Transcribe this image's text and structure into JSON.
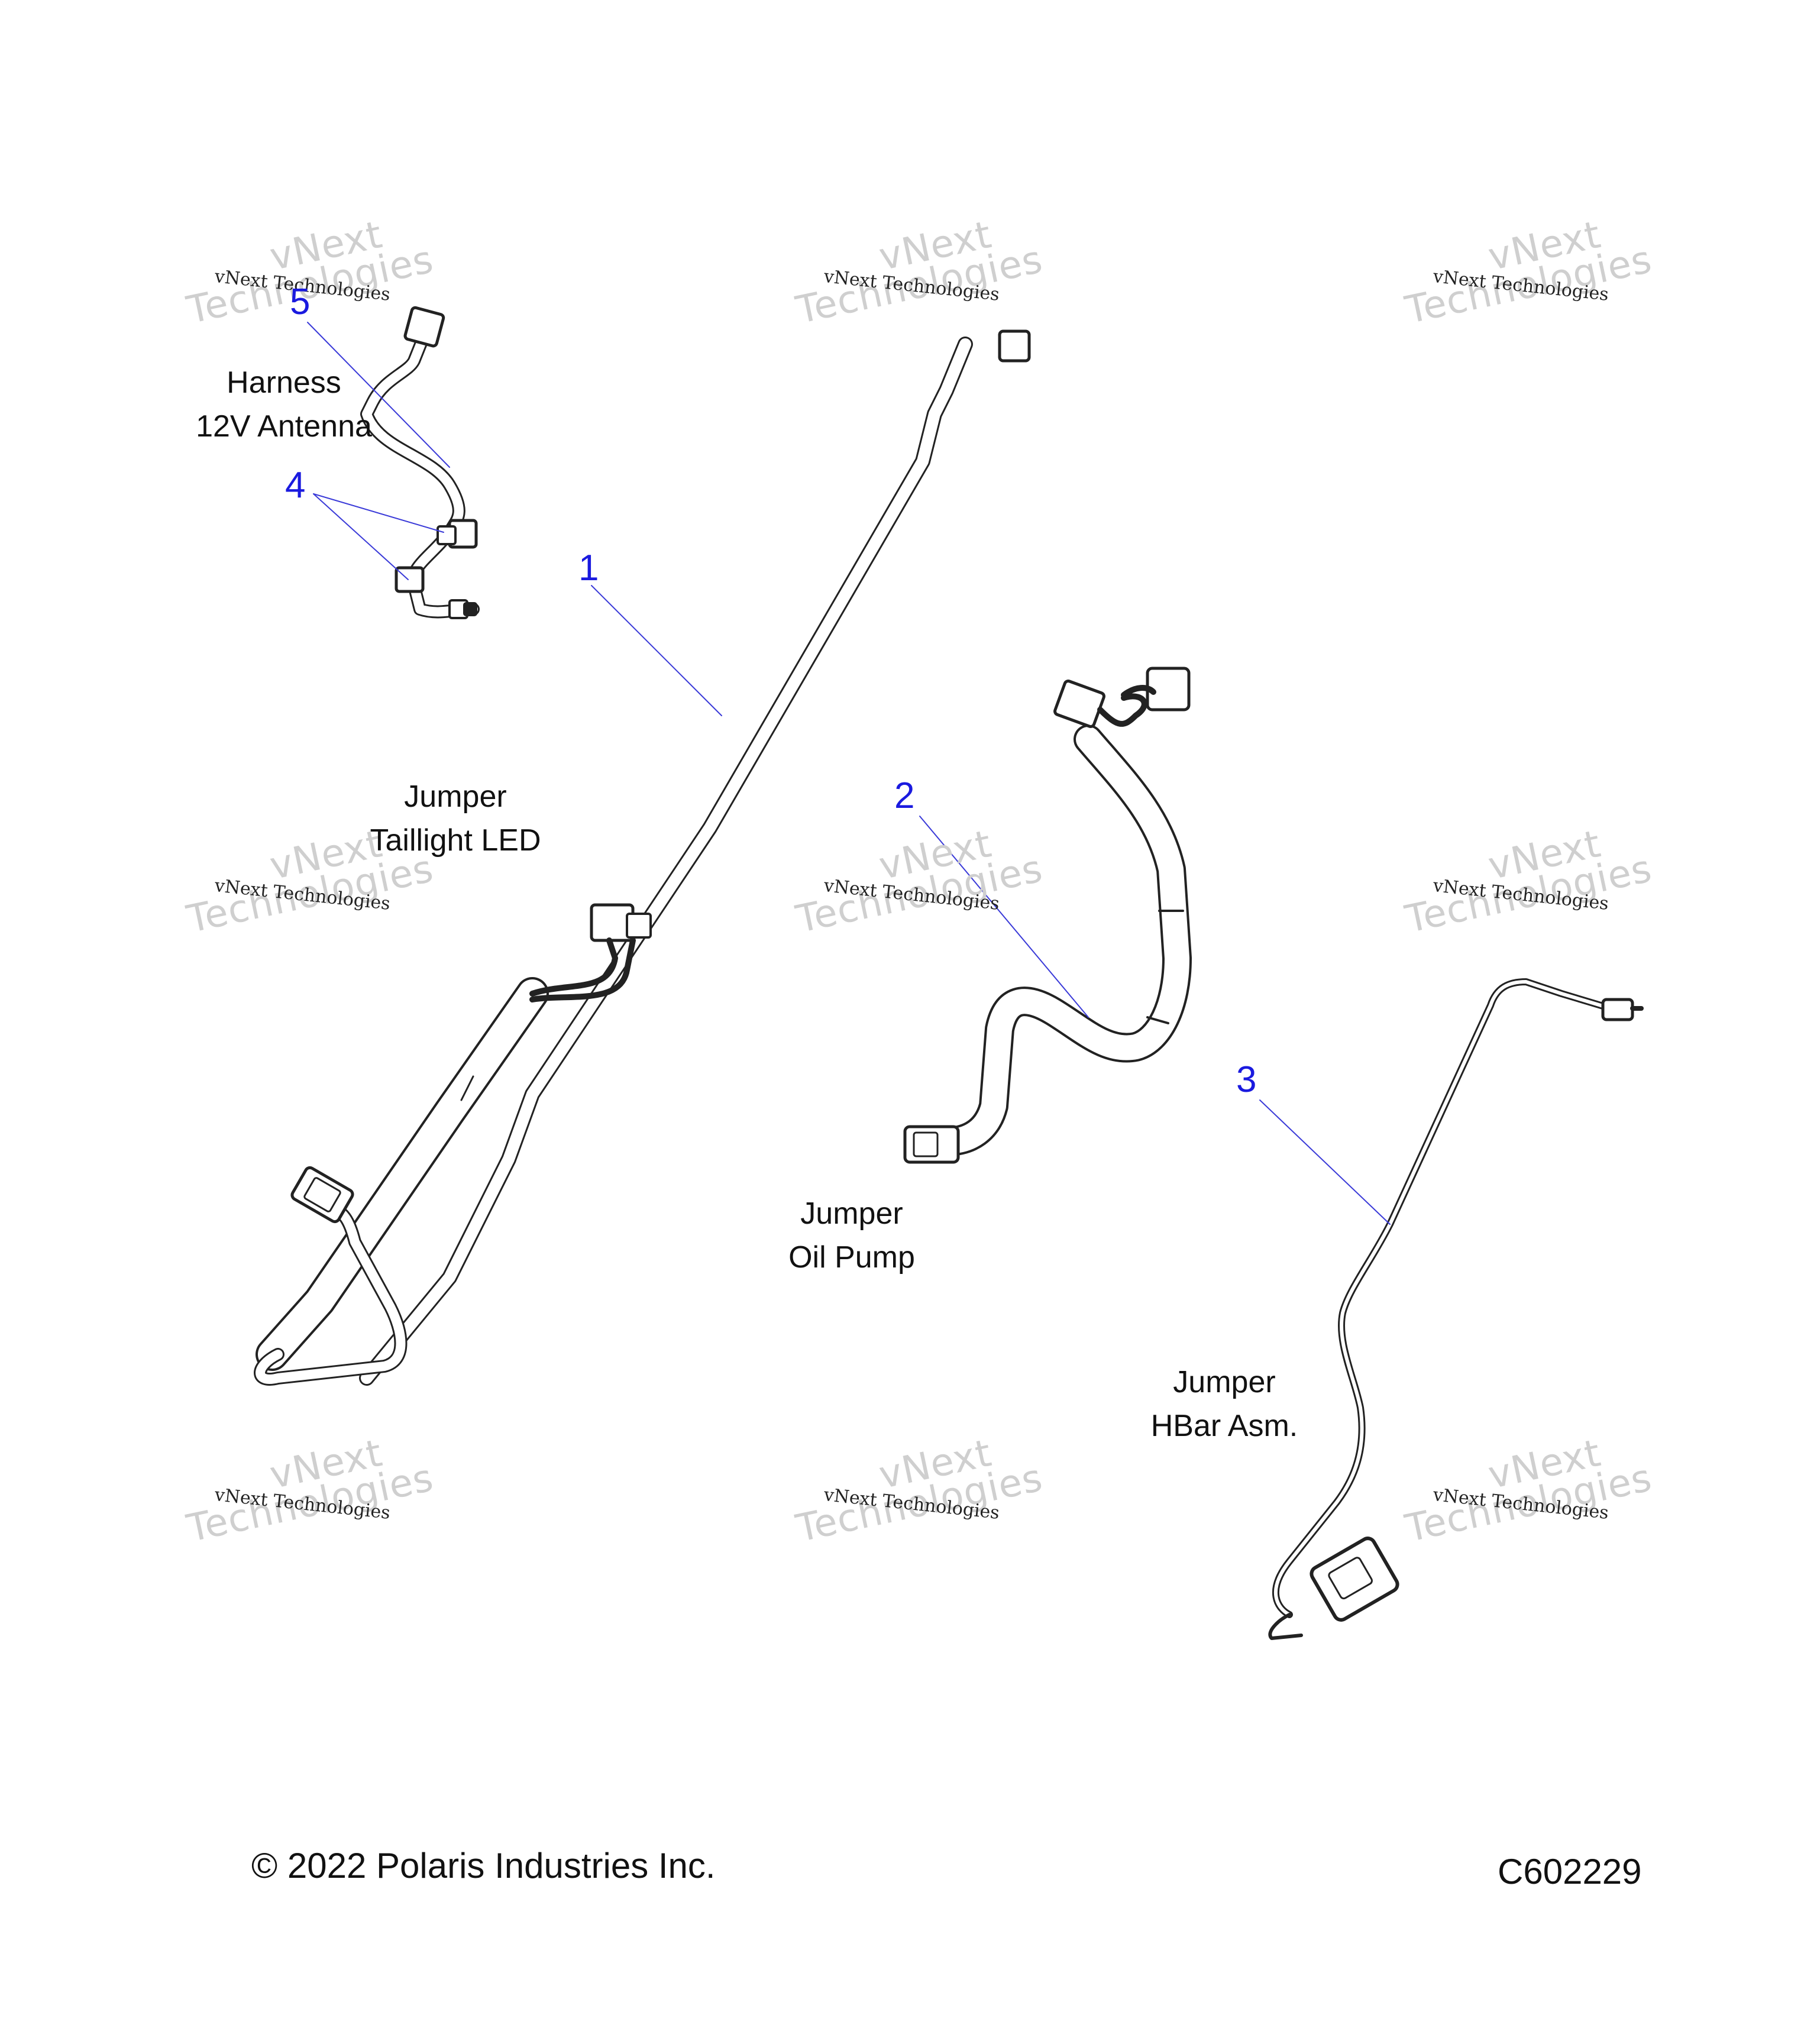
{
  "parts": [
    {
      "callout": "1",
      "name_line1": "Jumper",
      "name_line2": "Taillight LED"
    },
    {
      "callout": "2",
      "name_line1": "Jumper",
      "name_line2": "Oil Pump"
    },
    {
      "callout": "3",
      "name_line1": "Jumper",
      "name_line2": "HBar Asm."
    },
    {
      "callout": "4"
    },
    {
      "callout": "5",
      "name_line1": "Harness",
      "name_line2": "12V Antenna"
    }
  ],
  "watermark": {
    "line1": "vNext",
    "line2": "Technologies",
    "small": "vNext Technologies"
  },
  "footer": {
    "copyright": "© 2022 Polaris Industries Inc.",
    "figure_id": "C602229"
  },
  "colors": {
    "callout": "#1a1adf",
    "leader": "#3a3ad8",
    "line": "#222222",
    "watermark": "#cfcfcf"
  }
}
